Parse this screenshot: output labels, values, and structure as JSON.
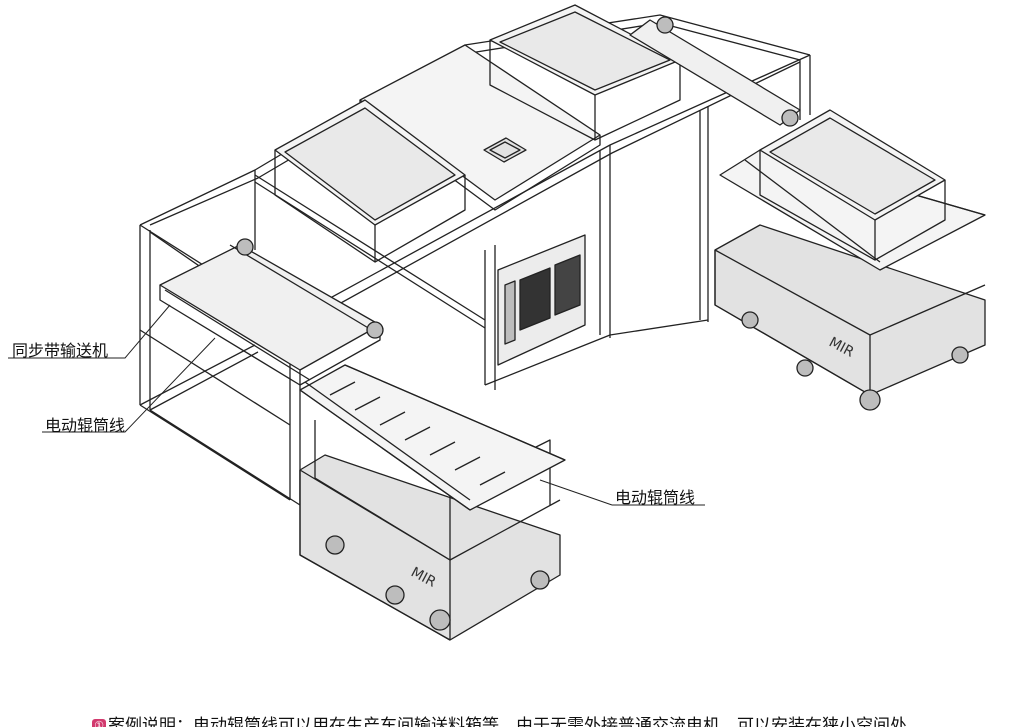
{
  "labels": {
    "sync_belt": "同步带输送机",
    "roller_left": "电动辊筒线",
    "roller_right": "电动辊筒线",
    "mir_front": "MIR",
    "mir_back": "MIR"
  },
  "caption": {
    "badge": "①",
    "text": "案例说明：电动辊筒线可以用在生产车间输送料箱等，由于无需外接普通交流电机，可以安装在狭小空间处"
  },
  "colors": {
    "line": "#222222",
    "fill_light": "#f4f4f4",
    "fill_mid": "#e2e2e2",
    "fill_dark": "#bdbdbd",
    "badge": "#d23a6e"
  }
}
